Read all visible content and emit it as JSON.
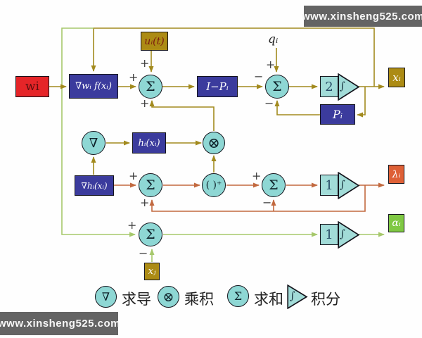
{
  "colors": {
    "olive": "#a28a1e",
    "orange": "#c2693f",
    "green": "#a6c86b",
    "node": "#8ed7d4",
    "intfill": "#a2dcd8",
    "blue": "#3b3b9d",
    "olivebox": "#ac8b14",
    "red": "#e52528",
    "lambda": "#de6036",
    "alpha": "#7fc843",
    "wm": "#646464"
  },
  "watermarks": {
    "top": "www.xinsheng525.com",
    "bottom": "www.xinsheng525.com"
  },
  "nodes": {
    "wi": "wi",
    "grad_wf": "∇wᵢ f(xᵢ)",
    "u_t": "uᵢ(t)",
    "q": "qᵢ",
    "i_minus_p": "I−Pᵢ",
    "p": "Pᵢ",
    "x_out": "xᵢ",
    "nabla": "∇",
    "h": "hᵢ(xᵢ)",
    "grad_h": "∇hᵢ(xᵢ)",
    "otimes": "⊗",
    "sigma": "Σ",
    "proj": "( )⁺",
    "gain2": "2",
    "gain1": "1",
    "integral": "∫",
    "lambda_out": "λᵢ",
    "alpha_out": "αᵢ",
    "x_j": "xⱼ"
  },
  "signs": {
    "plus": "+",
    "minus": "−"
  },
  "legend": [
    {
      "symbol": "∇",
      "label": "求导"
    },
    {
      "symbol": "⊗",
      "label": "乘积"
    },
    {
      "symbol": "Σ",
      "label": "求和"
    },
    {
      "symbol": "∫",
      "label": "积分"
    }
  ]
}
